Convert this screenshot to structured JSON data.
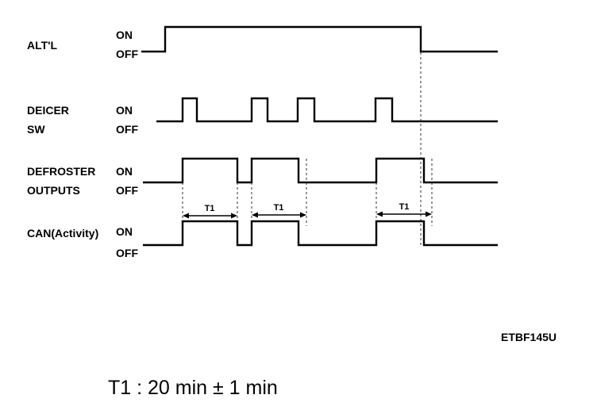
{
  "signals": [
    {
      "id": "alt",
      "label_lines": [
        "ALT'L"
      ],
      "on_label": "ON",
      "off_label": "OFF",
      "wave": [
        [
          178,
          "low"
        ],
        [
          208,
          "high"
        ],
        [
          530,
          "low"
        ],
        [
          627,
          "end"
        ]
      ]
    },
    {
      "id": "deicer",
      "label_lines": [
        "DEICER",
        "SW"
      ],
      "on_label": "ON",
      "off_label": "OFF",
      "wave": [
        [
          197,
          "low"
        ],
        [
          230,
          "high"
        ],
        [
          248,
          "low"
        ],
        [
          317,
          "high"
        ],
        [
          337,
          "low"
        ],
        [
          375,
          "high"
        ],
        [
          396,
          "low"
        ],
        [
          473,
          "high"
        ],
        [
          494,
          "low"
        ],
        [
          627,
          "end"
        ]
      ]
    },
    {
      "id": "defroster",
      "label_lines": [
        "DEFROSTER",
        "OUTPUTS"
      ],
      "on_label": "ON",
      "off_label": "OFF",
      "wave": [
        [
          180,
          "low"
        ],
        [
          230,
          "high"
        ],
        [
          299,
          "low"
        ],
        [
          317,
          "high"
        ],
        [
          376,
          "low"
        ],
        [
          474,
          "high"
        ],
        [
          534,
          "low"
        ],
        [
          627,
          "end"
        ]
      ]
    },
    {
      "id": "can",
      "label_lines": [
        "CAN(Activity)"
      ],
      "on_label": "ON",
      "off_label": "OFF",
      "wave": [
        [
          180,
          "low"
        ],
        [
          230,
          "high"
        ],
        [
          299,
          "low"
        ],
        [
          317,
          "high"
        ],
        [
          376,
          "low"
        ],
        [
          474,
          "high"
        ],
        [
          534,
          "low"
        ],
        [
          627,
          "end"
        ]
      ]
    }
  ],
  "t1_marker": "T1",
  "figure_code": "ETBF145U",
  "footnote": "T1 : 20 min ± 1 min"
}
